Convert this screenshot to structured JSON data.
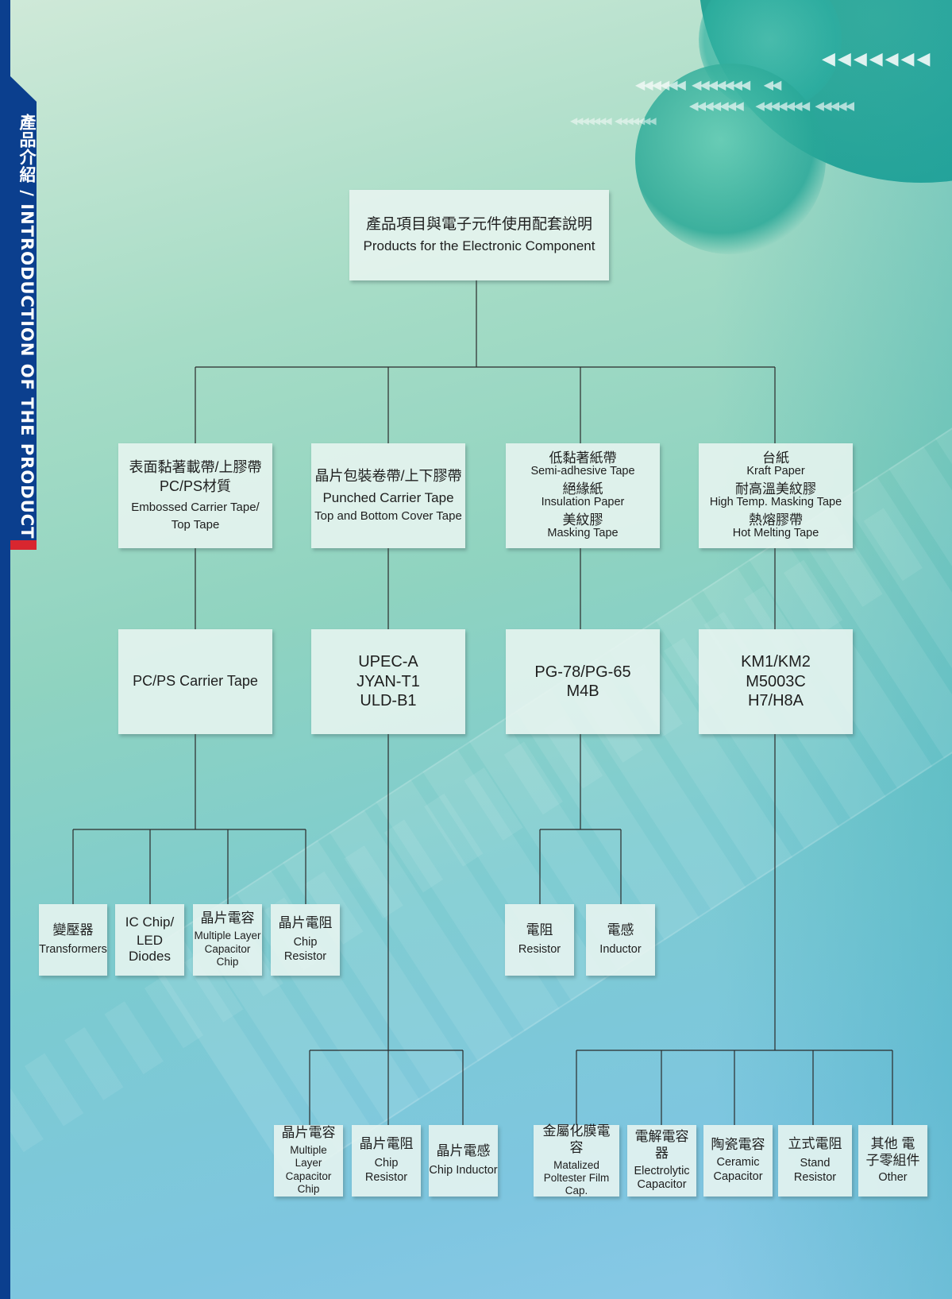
{
  "side_label": "產品介紹 / INTRODUCTION OF THE PRODUCT",
  "root": {
    "zh": "產品項目與電子元件使用配套說明",
    "en": "Products for the Electronic Component"
  },
  "categories": [
    {
      "lines": [
        "表面黏著載帶/上膠帶",
        "PC/PS材質",
        "Embossed Carrier Tape/",
        "Top Tape"
      ],
      "models": [
        "PC/PS Carrier Tape"
      ],
      "applications": [
        {
          "zh": "變壓器",
          "en": "Transformers"
        },
        {
          "zh": "IC Chip/",
          "en": "LED Diodes"
        },
        {
          "zh": "晶片電容",
          "en": "Multiple Layer Capacitor Chip"
        },
        {
          "zh": "晶片電阻",
          "en": "Chip Resistor"
        }
      ]
    },
    {
      "lines": [
        "晶片包裝卷帶/上下膠帶",
        "Punched Carrier Tape",
        "Top and Bottom Cover Tape"
      ],
      "models": [
        "UPEC-A",
        "JYAN-T1",
        "ULD-B1"
      ],
      "applications": [
        {
          "zh": "晶片電容",
          "en": "Multiple Layer Capacitor Chip"
        },
        {
          "zh": "晶片電阻",
          "en": "Chip Resistor"
        },
        {
          "zh": "晶片電感",
          "en": "Chip Inductor"
        }
      ]
    },
    {
      "lines": [
        "低黏著紙帶",
        "Semi-adhesive Tape",
        "絕緣紙",
        "Insulation Paper",
        "美紋膠",
        "Masking Tape"
      ],
      "models": [
        "PG-78/PG-65",
        "M4B"
      ],
      "applications": [
        {
          "zh": "電阻",
          "en": "Resistor"
        },
        {
          "zh": "電感",
          "en": "Inductor"
        }
      ]
    },
    {
      "lines": [
        "台紙",
        "Kraft Paper",
        "耐高溫美紋膠",
        "High Temp. Masking Tape",
        "熱熔膠帶",
        "Hot Melting Tape"
      ],
      "models": [
        "KM1/KM2",
        "M5003C",
        "H7/H8A"
      ],
      "applications": [
        {
          "zh": "金屬化膜電容",
          "en": "Matalized Poltester Film Cap."
        },
        {
          "zh": "電解電容器",
          "en": "Electrolytic Capacitor"
        },
        {
          "zh": "陶瓷電容",
          "en": "Ceramic Capacitor"
        },
        {
          "zh": "立式電阻",
          "en": "Stand Resistor"
        },
        {
          "zh": "其他 電子零組件",
          "en": "Other"
        }
      ]
    }
  ],
  "colors": {
    "side_band": "#0b3f8e",
    "side_accent": "#d8262f",
    "box_fill": "#e8f5f0",
    "line": "#2a2a2a"
  }
}
